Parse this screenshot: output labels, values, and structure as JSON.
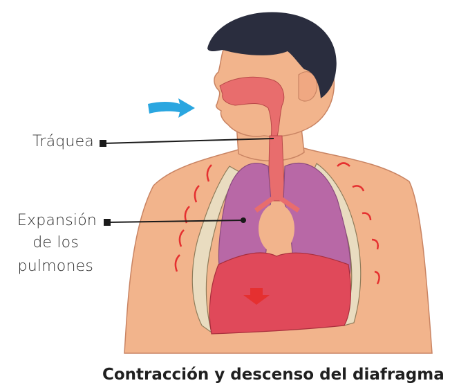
{
  "labels": {
    "trachea": "Tráquea",
    "lungs_line1": "Expansión",
    "lungs_line2": "de los",
    "lungs_line3": "pulmones",
    "caption": "Contracción y descenso del diafragma"
  },
  "colors": {
    "skin": "#f2b48c",
    "skin_shadow": "#d98f6a",
    "hair": "#2a2d3e",
    "airway": "#e86d6d",
    "lungs": "#b868a6",
    "diaphragm": "#e0495a",
    "ribs": "#e9dcc0",
    "arrow_in": "#2aa6e0",
    "motion_arrows": "#e53030",
    "leader_lines": "#1a1a1a"
  },
  "icons": {
    "airflow": "blue-arrow-icon",
    "expansion": "red-curved-arrow-icon",
    "descent": "red-down-arrow-icon"
  }
}
